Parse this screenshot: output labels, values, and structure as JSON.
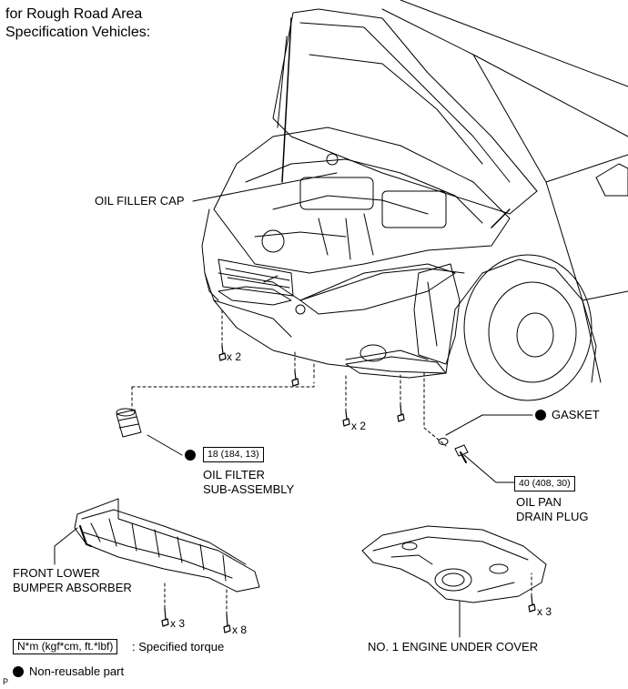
{
  "title": {
    "line1": "for Rough Road Area",
    "line2": "Specification Vehicles:"
  },
  "labels": {
    "oil_filler_cap": "OIL FILLER CAP",
    "gasket": "GASKET",
    "oil_filter_line1": "OIL FILTER",
    "oil_filter_line2": "SUB-ASSEMBLY",
    "oil_pan_line1": "OIL PAN",
    "oil_pan_line2": "DRAIN PLUG",
    "front_lower_line1": "FRONT LOWER",
    "front_lower_line2": "BUMPER ABSORBER",
    "engine_under_cover": "NO. 1 ENGINE UNDER COVER"
  },
  "torques": {
    "oil_filter": "18 (184, 13)",
    "drain_plug": "40 (408, 30)"
  },
  "quantities": {
    "bolts_left": "x 2",
    "bolts_right": "x 2",
    "absorber_bolts_a": "x 3",
    "absorber_bolts_b": "x 8",
    "cover_bolts": "x 3"
  },
  "legend": {
    "torque_unit": "N*m (kgf*cm, ft.*lbf)",
    "torque_desc": ": Specified torque",
    "non_reusable": "Non-reusable part"
  },
  "corner_mark": "P"
}
